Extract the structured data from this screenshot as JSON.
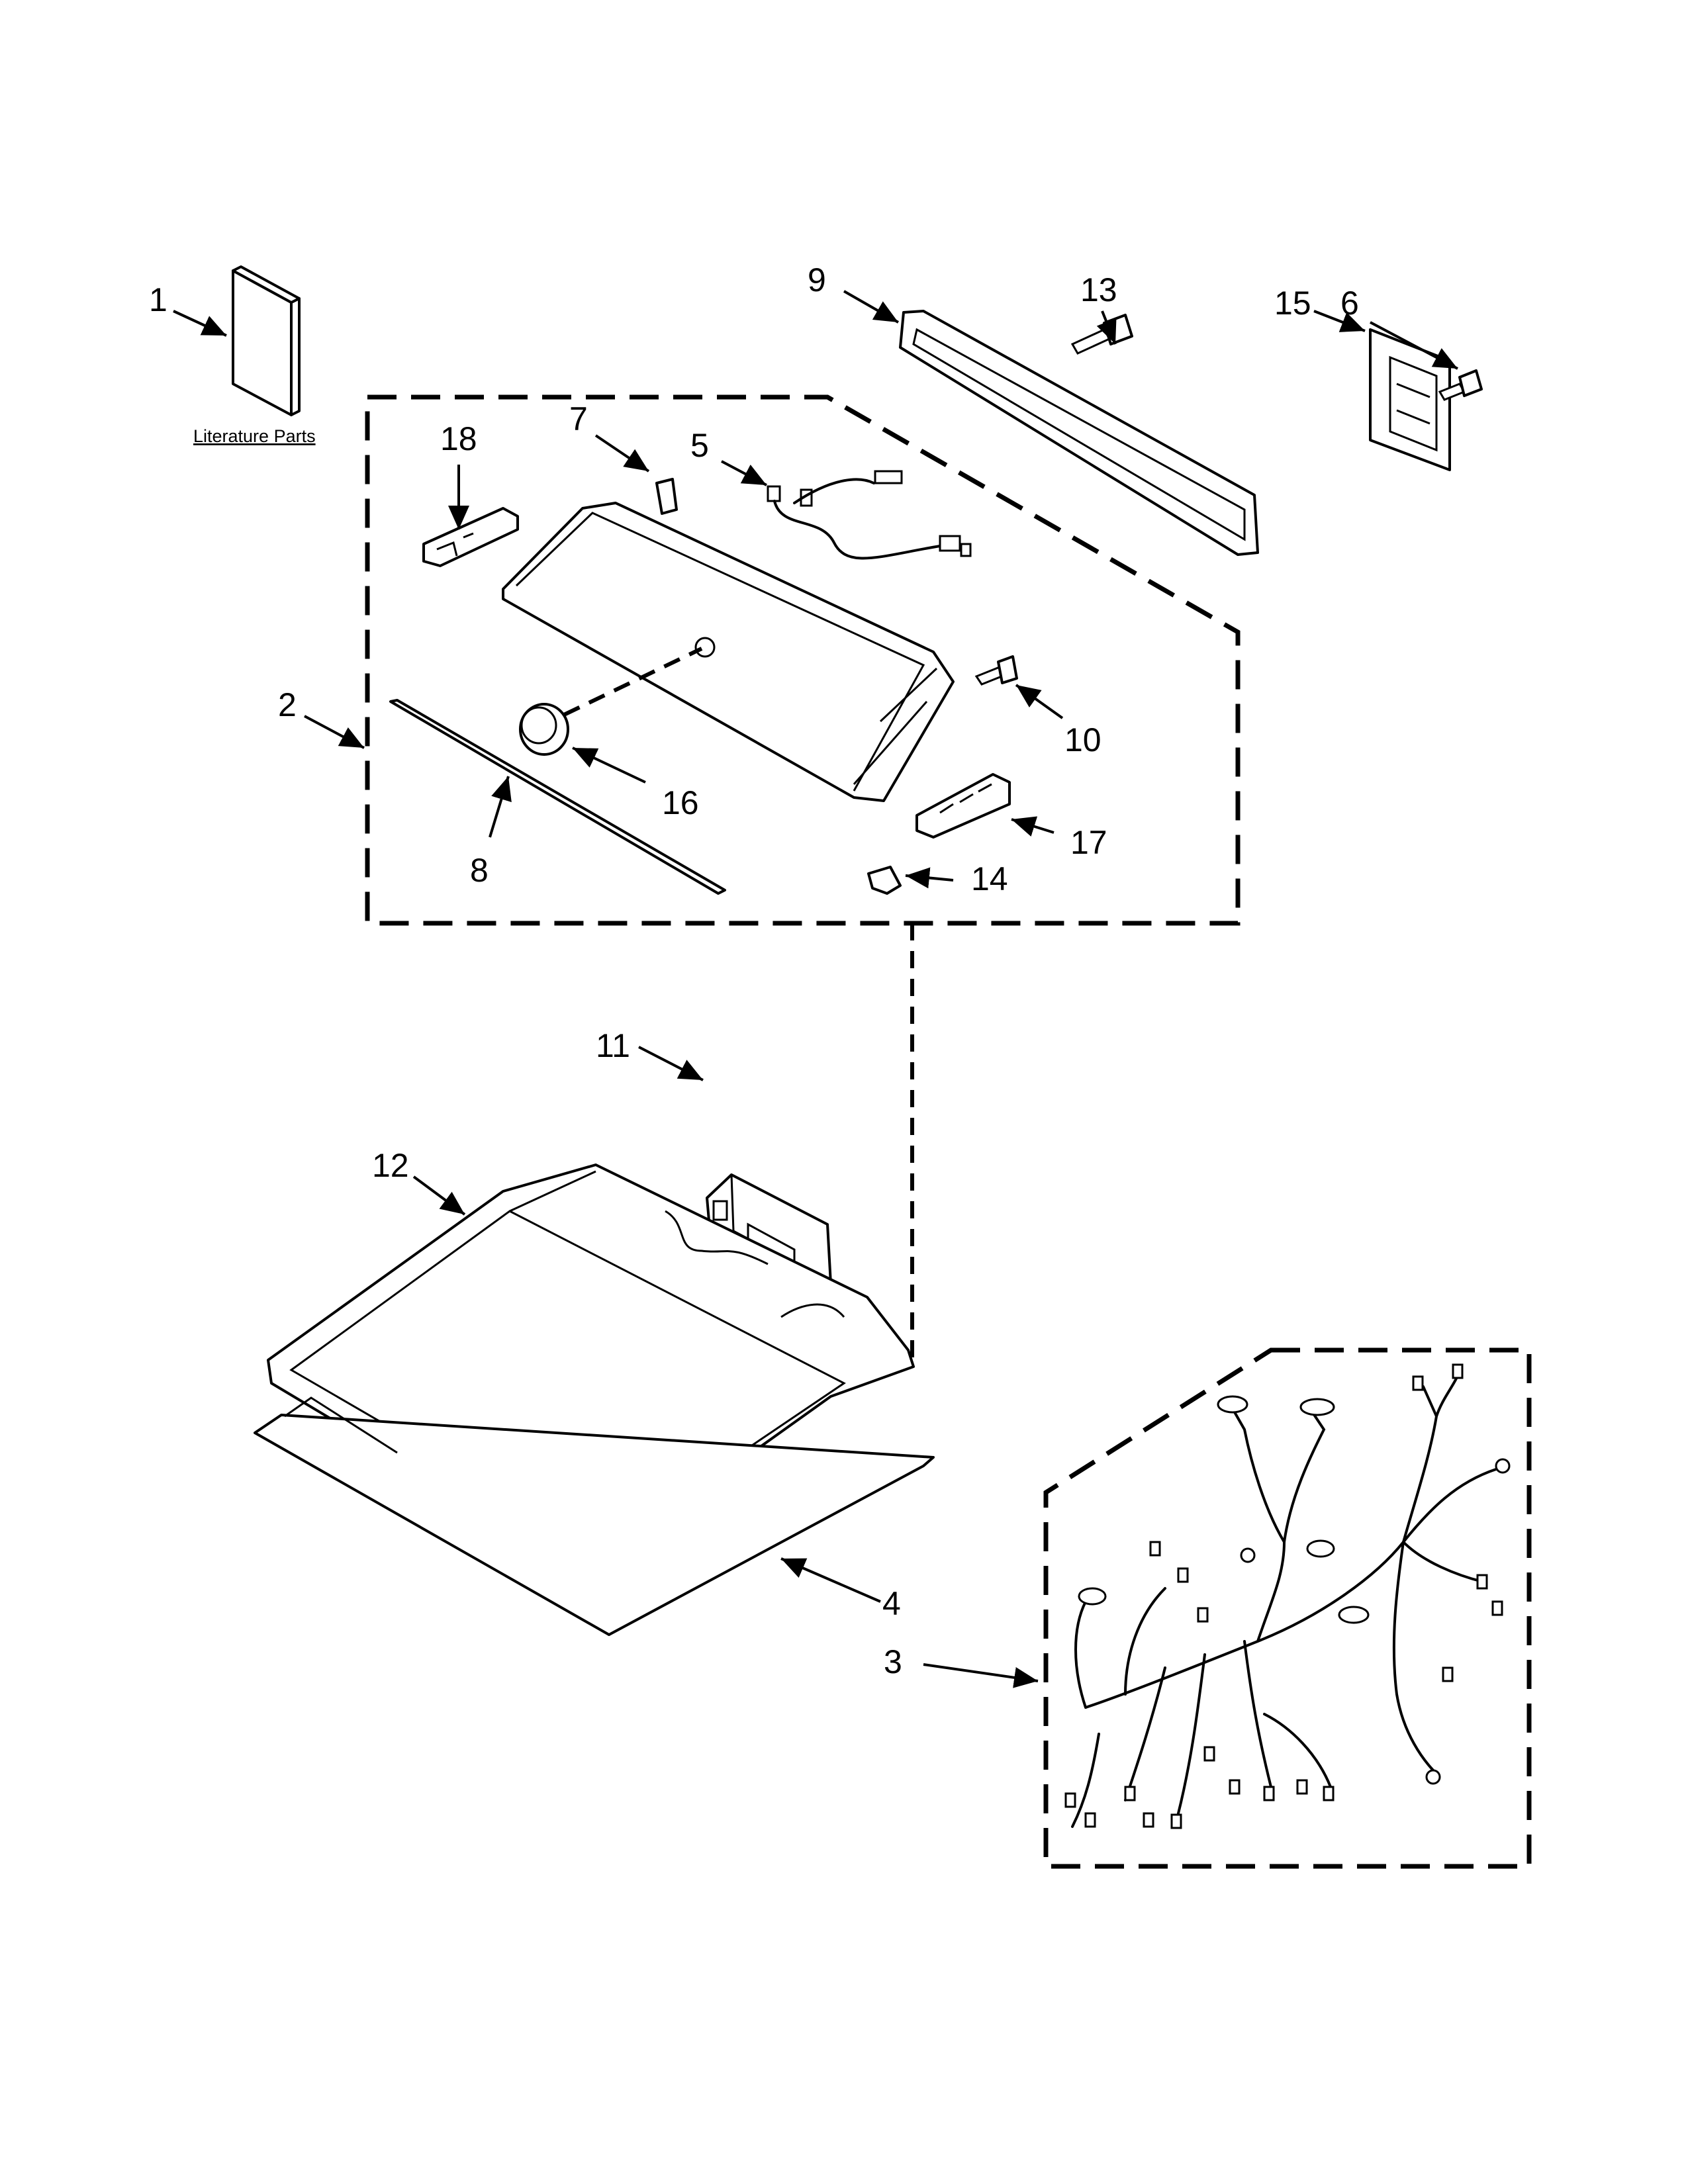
{
  "literature_label": "Literature Parts",
  "callouts": [
    "1",
    "2",
    "3",
    "4",
    "5",
    "6",
    "7",
    "8",
    "9",
    "10",
    "11",
    "12",
    "13",
    "14",
    "15",
    "16",
    "17",
    "18"
  ],
  "icons": {
    "literature": "manual-book-icon",
    "arrow": "arrow-head-icon"
  }
}
